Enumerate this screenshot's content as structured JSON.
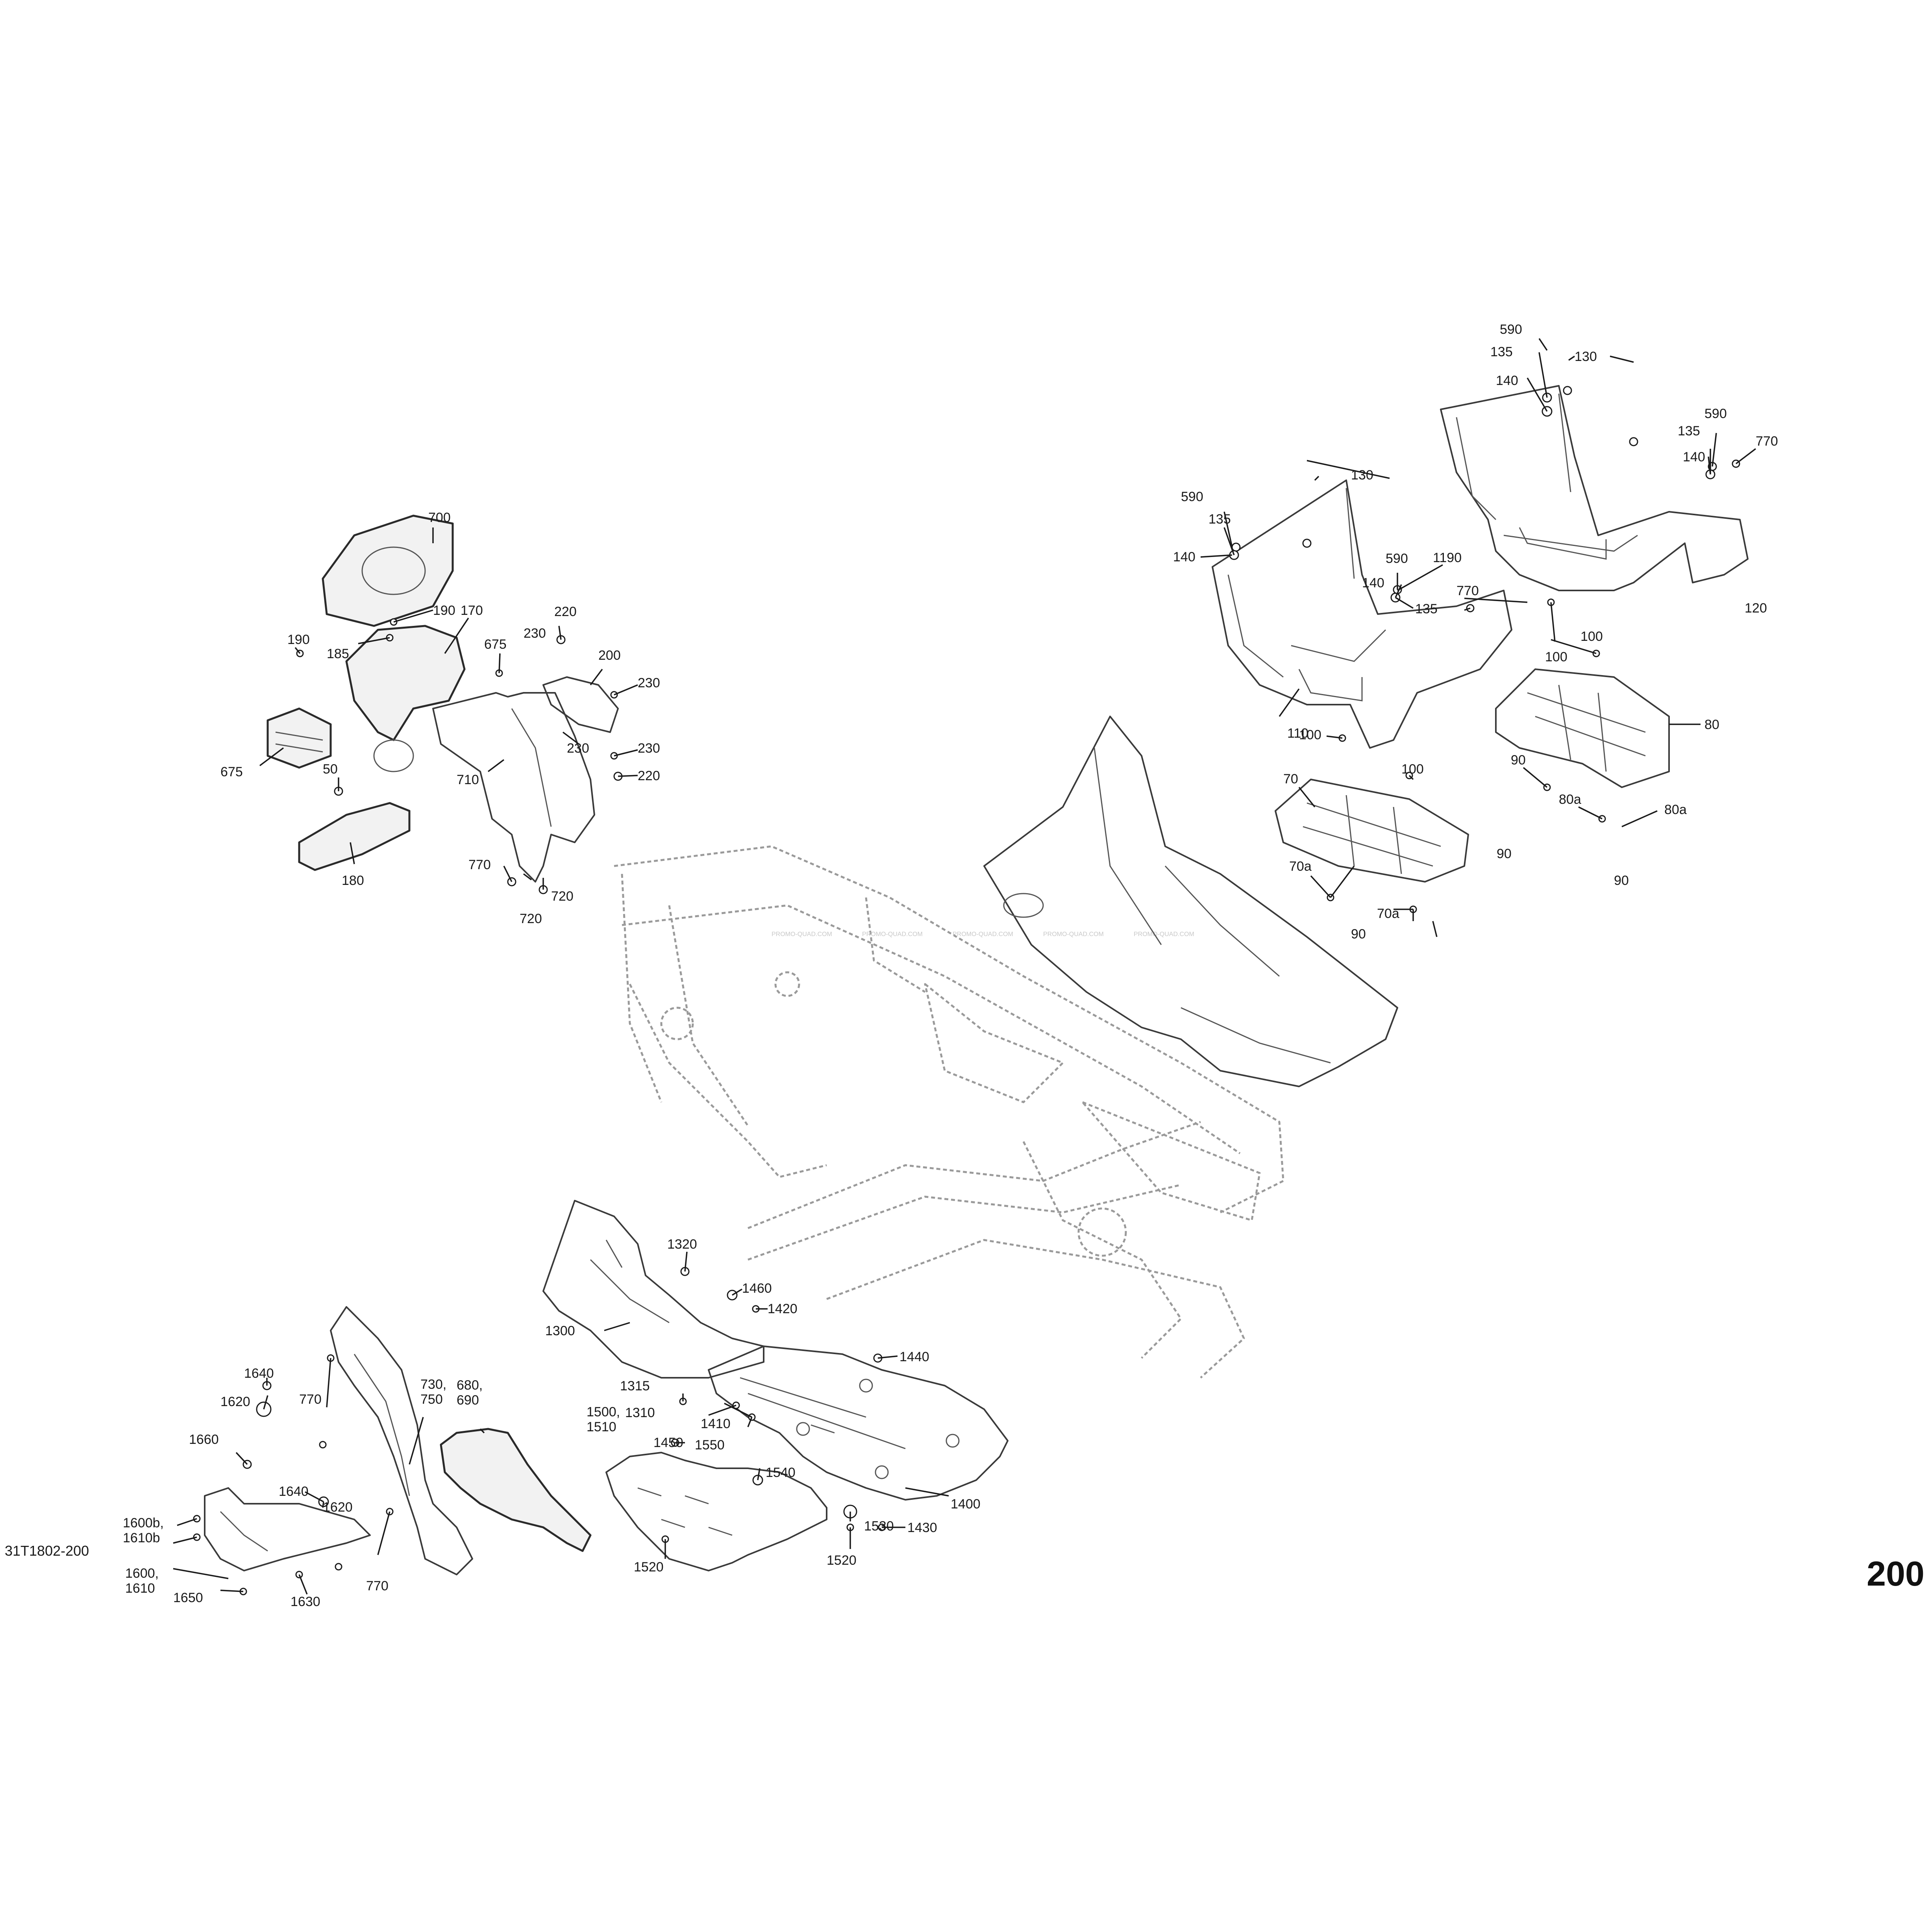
{
  "diagram_code": "31T1802-200",
  "page_number": "200",
  "watermark": [
    "PROMO-QUAD.COM",
    "PROMO-QUAD.COM",
    "PROMO-QUAD.COM",
    "PROMO-QUAD.COM",
    "PROMO-QUAD.COM"
  ],
  "callouts": [
    "590",
    "135",
    "140",
    "130",
    "590",
    "135",
    "140",
    "770",
    "130",
    "590",
    "135",
    "140",
    "590",
    "140",
    "1190",
    "135",
    "770",
    "120",
    "100",
    "100",
    "110",
    "100",
    "100",
    "80",
    "70",
    "90",
    "80a",
    "80a",
    "70a",
    "90",
    "90",
    "70a",
    "90",
    "700",
    "190",
    "170",
    "190",
    "185",
    "675",
    "220",
    "230",
    "200",
    "230",
    "230",
    "675",
    "50",
    "230",
    "220",
    "710",
    "180",
    "770",
    "720",
    "720",
    "1320",
    "1460",
    "1420",
    "1300",
    "1315",
    "1440",
    "1310",
    "1450",
    "1410",
    "1500, 1510",
    "1550",
    "1540",
    "1400",
    "1530",
    "1430",
    "1520",
    "1520",
    "1640",
    "1620",
    "770",
    "730, 750",
    "680, 690",
    "1660",
    "1640",
    "1620",
    "1600b, 1610b",
    "770",
    "1600, 1610",
    "1650",
    "1630"
  ]
}
